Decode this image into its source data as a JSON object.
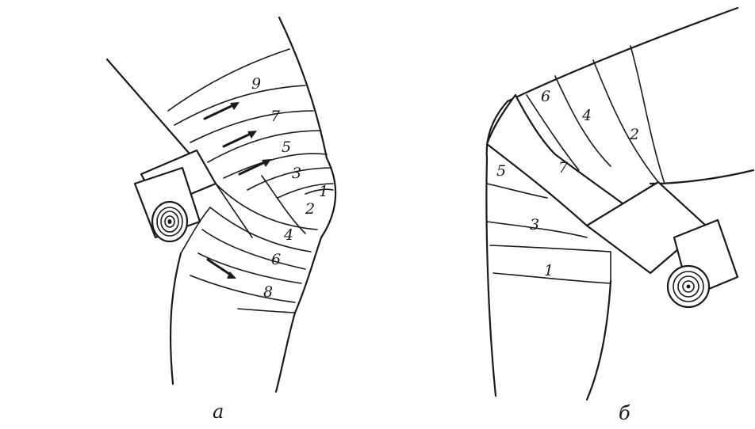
{
  "panel_a": {
    "caption": "а",
    "turn_numbers": [
      "9",
      "7",
      "5",
      "3",
      "1",
      "2",
      "4",
      "6",
      "8"
    ]
  },
  "panel_b": {
    "caption": "б",
    "turn_numbers": [
      "6",
      "4",
      "2",
      "7",
      "5",
      "3",
      "1"
    ]
  },
  "colors": {
    "ink": "#1a1a1a",
    "paper": "#ffffff"
  }
}
